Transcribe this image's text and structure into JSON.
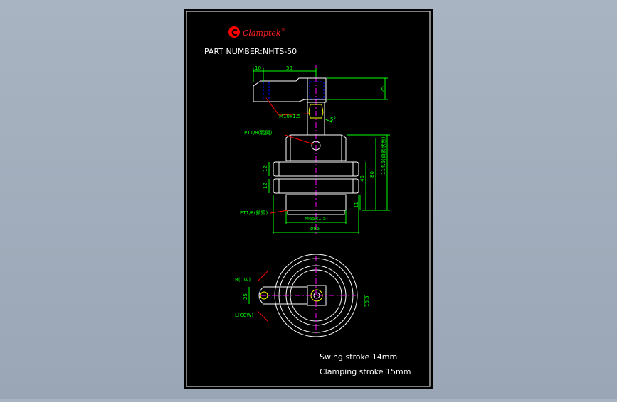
{
  "colors": {
    "background": "#a4afbe",
    "sheet": "#000000",
    "frame": "#ffffff",
    "outline": "#ffffff",
    "dimension": "#00ff00",
    "hidden": "#0000ff",
    "center": "#ff00ff",
    "leader": "#ff0000",
    "note_green": "#00ff00",
    "logo": "#ff0000"
  },
  "drawing": {
    "logo_mark": "C",
    "logo_text": "Clamptek",
    "logo_registered": "®",
    "part_number_label": "PART NUMBER:",
    "part_number_value": "NHTS-50",
    "notes": {
      "swing": "Swing stroke 14mm",
      "clamping": "Clamping stroke 15mm"
    }
  },
  "dimensions": {
    "top_left": "10",
    "arm_length": "55",
    "arm_height": "25",
    "thread": "M10x1.5",
    "angle": "5°",
    "port_upper": "PT1/8(鬆開)",
    "port_lower": "PT1/8(鎖緊)",
    "total_height": "114.5(鎖緊狀態)",
    "body_height": "80",
    "lower_height": "45",
    "base_height": "11",
    "flange_top": "12",
    "flange_bottom": "12",
    "thread_body": "M65x1.5",
    "diameter": "ø85"
  },
  "plan_view": {
    "right_rotation": "R(CW)",
    "left_rotation": "L(CCW)",
    "width": "25",
    "offset": "16.5"
  }
}
